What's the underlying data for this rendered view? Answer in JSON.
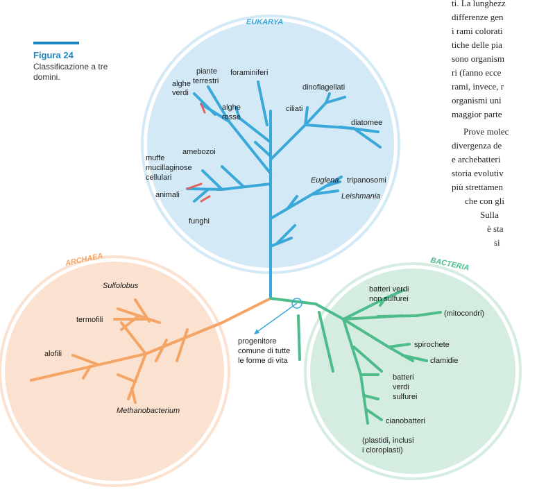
{
  "figure": {
    "title": "Figura 24",
    "caption": "Classificazione a tre domini."
  },
  "domains": {
    "eukarya": "EUKARYA",
    "archaea": "ARCHAEA",
    "bacteria": "BACTERIA"
  },
  "colors": {
    "eukarya_fill": "#d3e9f6",
    "eukarya_branch": "#3aa8d8",
    "archaea_fill": "#fbe1cf",
    "archaea_branch": "#f4a566",
    "bacteria_fill": "#d5ede1",
    "bacteria_branch": "#4dbc8a",
    "highlight_branch": "#e0645c"
  },
  "eukarya_labels": {
    "piante_terrestri": [
      "piante",
      "terrestri"
    ],
    "foraminiferi": "foraminiferi",
    "alghe_verdi": [
      "alghe",
      "verdi"
    ],
    "dinoflagellati": "dinoflagellati",
    "ciliati": "ciliati",
    "alghe_rosse": [
      "alghe",
      "rosse"
    ],
    "diatomee": "diatomee",
    "amebozoi": "amebozoi",
    "muffe": [
      "muffe",
      "mucillaginose",
      "cellulari"
    ],
    "euglena": "Euglena",
    "tripanosomi": "tripanosomi",
    "leishmania": "Leishmania",
    "animali": "animali",
    "funghi": "funghi"
  },
  "archaea_labels": {
    "sulfolobus": "Sulfolobus",
    "termofili": "termofili",
    "alofili": "alofili",
    "methanobacterium": "Methanobacterium"
  },
  "bacteria_labels": {
    "batteri_verdi_non_sulfurei": [
      "batteri verdi",
      "non sulfurei"
    ],
    "mitocondri": "(mitocondri)",
    "spirochete": "spirochete",
    "clamidie": "clamidie",
    "batteri_verdi_sulfurei": [
      "batteri",
      "verdi",
      "sulfurei"
    ],
    "cianobatteri": "cianobatteri",
    "plastidi": [
      "(plastidi, inclusi",
      "i cloroplasti)"
    ]
  },
  "progenitore": [
    "progenitore",
    "comune di tutte",
    "le forme di vita"
  ],
  "body_text": [
    "ti. La lunghezz",
    "differenze gen",
    "i rami colorati",
    "tiche delle pia",
    "sono organism",
    "ri (fanno ecce",
    "rami, invece, r",
    "organismi uni",
    "maggior parte",
    "Prove molec",
    "divergenza de",
    "e archebatteri",
    "storia evolutiv",
    "più strettamen",
    "che con gli",
    "Sulla",
    "è sta",
    "si"
  ]
}
